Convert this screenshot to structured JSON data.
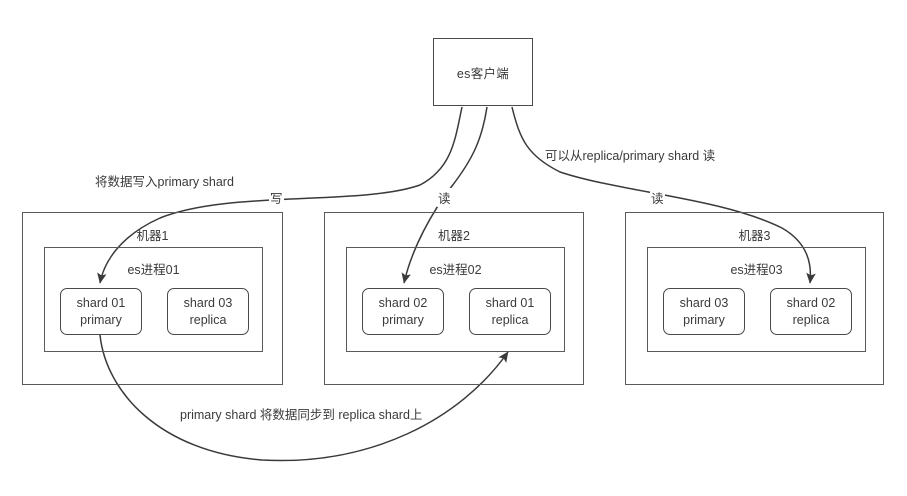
{
  "diagram": {
    "title_text": "es客户端",
    "colors": {
      "stroke": "#4a4a4a",
      "box_stroke": "#5a5a5a",
      "text": "#3a3a3a",
      "background": "#ffffff"
    }
  },
  "client": {
    "label": "es客户端"
  },
  "machines": [
    {
      "name": "机器1",
      "process": "es进程01",
      "shards": [
        {
          "id": "shard 01",
          "role": "primary"
        },
        {
          "id": "shard 03",
          "role": "replica"
        }
      ]
    },
    {
      "name": "机器2",
      "process": "es进程02",
      "shards": [
        {
          "id": "shard 02",
          "role": "primary"
        },
        {
          "id": "shard 01",
          "role": "replica"
        }
      ]
    },
    {
      "name": "机器3",
      "process": "es进程03",
      "shards": [
        {
          "id": "shard 03",
          "role": "primary"
        },
        {
          "id": "shard 02",
          "role": "replica"
        }
      ]
    }
  ],
  "annotations": {
    "write_description": "将数据写入primary shard",
    "write_edge": "写",
    "read_edge_middle": "读",
    "read_edge_right": "读",
    "read_description": "可以从replica/primary shard 读",
    "sync_caption": "primary shard 将数据同步到 replica shard上"
  }
}
